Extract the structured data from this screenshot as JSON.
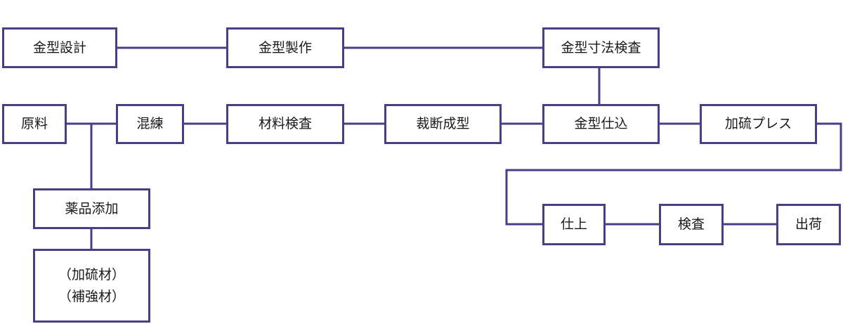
{
  "colors": {
    "line": "#4a3f86",
    "box_fill": "#ffffff",
    "text": "#1a1a1a"
  },
  "nodes": {
    "mold_design": "金型設計",
    "mold_making": "金型製作",
    "mold_inspection": "金型寸法検査",
    "raw_material": "原料",
    "kneading": "混練",
    "material_inspection": "材料検査",
    "cutting_forming": "裁断成型",
    "mold_setup": "金型仕込",
    "vulcanization_press": "加硫プレス",
    "chemical_addition": "薬品添加",
    "additive_1": "（加硫材）",
    "additive_2": "（補強材）",
    "finishing": "仕上",
    "inspection": "検査",
    "shipping": "出荷"
  }
}
